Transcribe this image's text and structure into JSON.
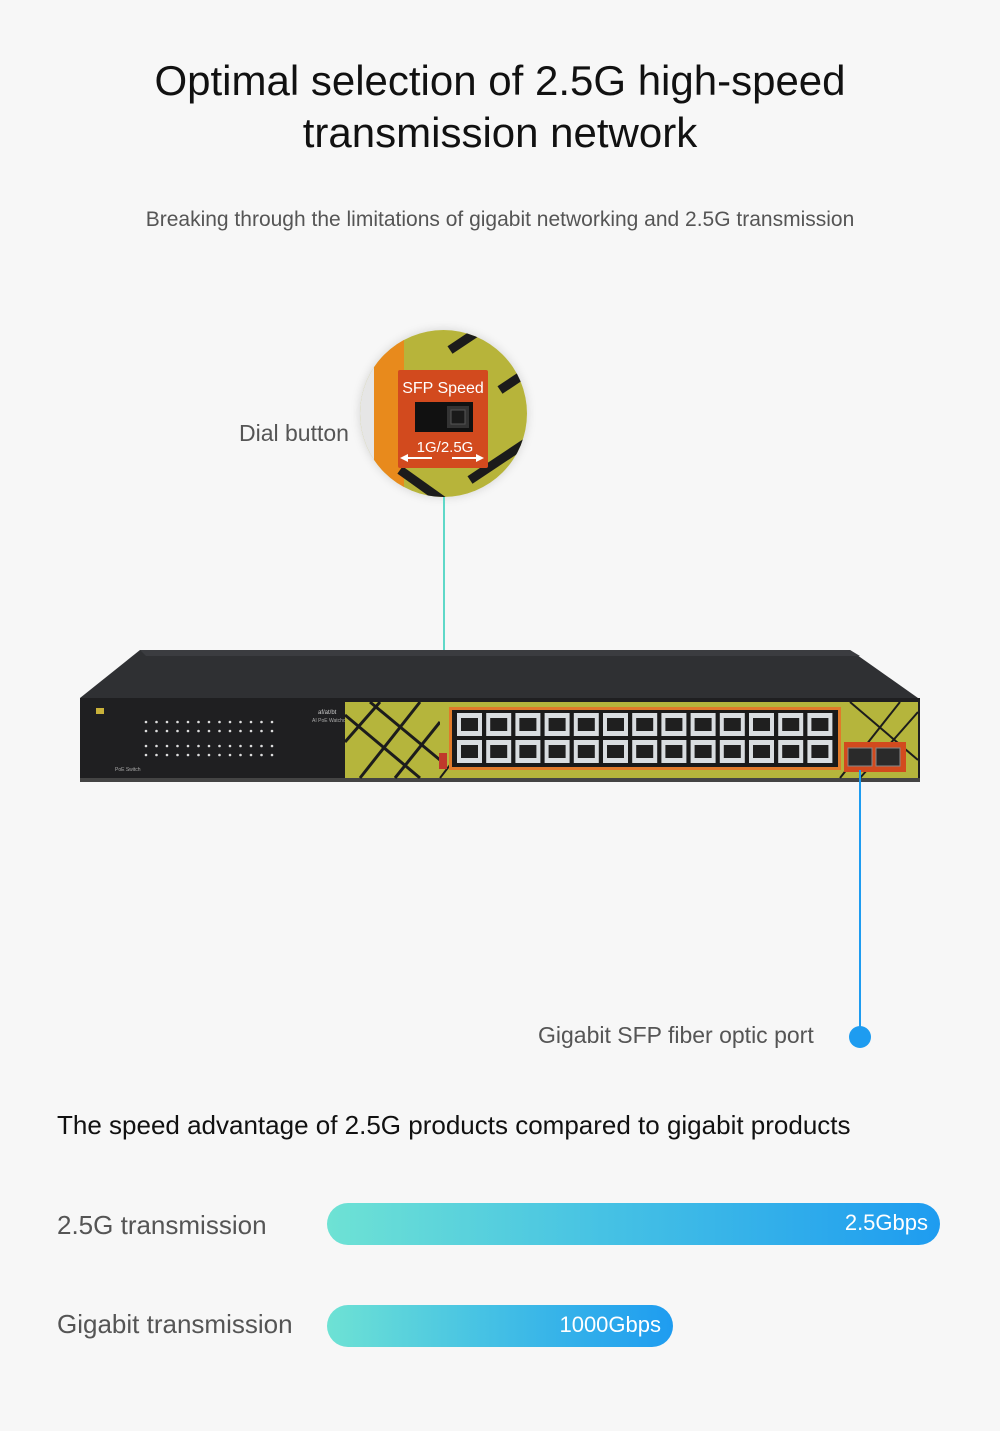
{
  "header": {
    "title_line1": "Optimal selection of 2.5G high-speed",
    "title_line2": "transmission network",
    "subtitle": "Breaking through the limitations of gigabit networking and 2.5G transmission"
  },
  "callouts": {
    "dial_button": "Dial button",
    "sfp_port": "Gigabit SFP fiber optic port"
  },
  "zoom_label": {
    "title": "SFP Speed",
    "mode": "1G/2.5G"
  },
  "device": {
    "standard_text": "af/at/bt",
    "feature_text": "AI PoE Watchdog",
    "model_text": "PoE Switch"
  },
  "comparison": {
    "title": "The speed advantage of 2.5G products compared to gigabit products",
    "rows": [
      {
        "label": "2.5G transmission",
        "value": "2.5Gbps",
        "fill": 1.0
      },
      {
        "label": "Gigabit transmission",
        "value": "1000Gbps",
        "fill": 0.565
      }
    ]
  },
  "colors": {
    "accent_teal": "#6ee2d4",
    "accent_blue": "#1e9cf0",
    "label_orange": "#d24a1e",
    "panel_yellow": "#b5b53c"
  }
}
